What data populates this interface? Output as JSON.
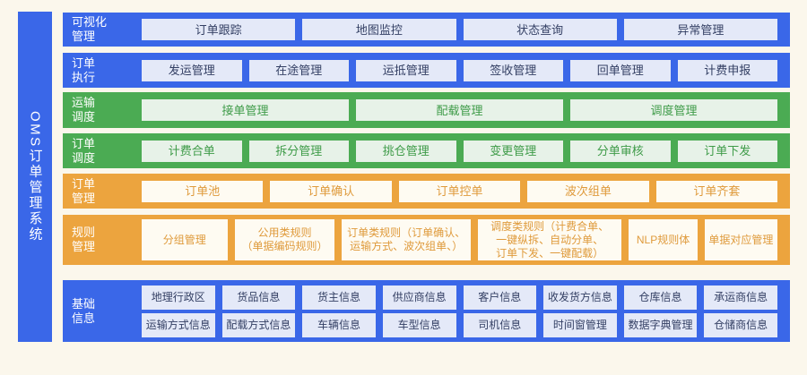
{
  "colors": {
    "page_bg": "#FBF7EC",
    "blue": "#3A67E8",
    "green": "#4BAB53",
    "orange": "#ECA43E",
    "blue_btn_bg": "#E4E9F8",
    "blue_btn_text": "#333F63",
    "green_btn_bg": "#E7F2E8",
    "green_btn_text": "#3E9B48",
    "orange_btn_bg": "#FEFBF2",
    "orange_btn_text": "#DF9A3B"
  },
  "sidebar": {
    "title": "OMS订单管理系统"
  },
  "rows": [
    {
      "name": "visualization-mgmt",
      "theme": "blue",
      "label_lines": [
        "可视化",
        "管理"
      ],
      "items": [
        "订单跟踪",
        "地图监控",
        "状态查询",
        "异常管理"
      ]
    },
    {
      "name": "order-execution",
      "theme": "blue",
      "label_lines": [
        "订单",
        "执行"
      ],
      "items": [
        "发运管理",
        "在途管理",
        "运抵管理",
        "签收管理",
        "回单管理",
        "计费申报"
      ]
    },
    {
      "name": "transport-dispatch",
      "theme": "green",
      "label_lines": [
        "运输",
        "调度"
      ],
      "items": [
        "接单管理",
        "配载管理",
        "调度管理"
      ]
    },
    {
      "name": "order-dispatch",
      "theme": "green",
      "label_lines": [
        "订单",
        "调度"
      ],
      "items": [
        "计费合单",
        "拆分管理",
        "挑仓管理",
        "变更管理",
        "分单审核",
        "订单下发"
      ]
    },
    {
      "name": "order-mgmt",
      "theme": "orange",
      "label_lines": [
        "订单",
        "管理"
      ],
      "items": [
        "订单池",
        "订单确认",
        "订单控单",
        "波次组单",
        "订单齐套"
      ]
    },
    {
      "name": "rule-mgmt",
      "theme": "orange",
      "label_lines": [
        "规则",
        "管理"
      ],
      "items": [
        "分组管理",
        "公用类规则\n（单据编码规则）",
        "订单类规则（订单确认、\n运输方式、波次组单、）",
        "调度类规则（计费合单、\n一键纵拆、自动分单、\n订单下发、一键配载）",
        "NLP规则体",
        "单据对应管理"
      ]
    },
    {
      "name": "basic-info",
      "theme": "blue",
      "label_lines": [
        "基础",
        "信息"
      ],
      "item_rows": [
        [
          "地理行政区",
          "货品信息",
          "货主信息",
          "供应商信息",
          "客户信息",
          "收发货方信息",
          "仓库信息",
          "承运商信息"
        ],
        [
          "运输方式信息",
          "配载方式信息",
          "车辆信息",
          "车型信息",
          "司机信息",
          "时间窗管理",
          "数据字典管理",
          "仓储商信息"
        ]
      ]
    }
  ]
}
